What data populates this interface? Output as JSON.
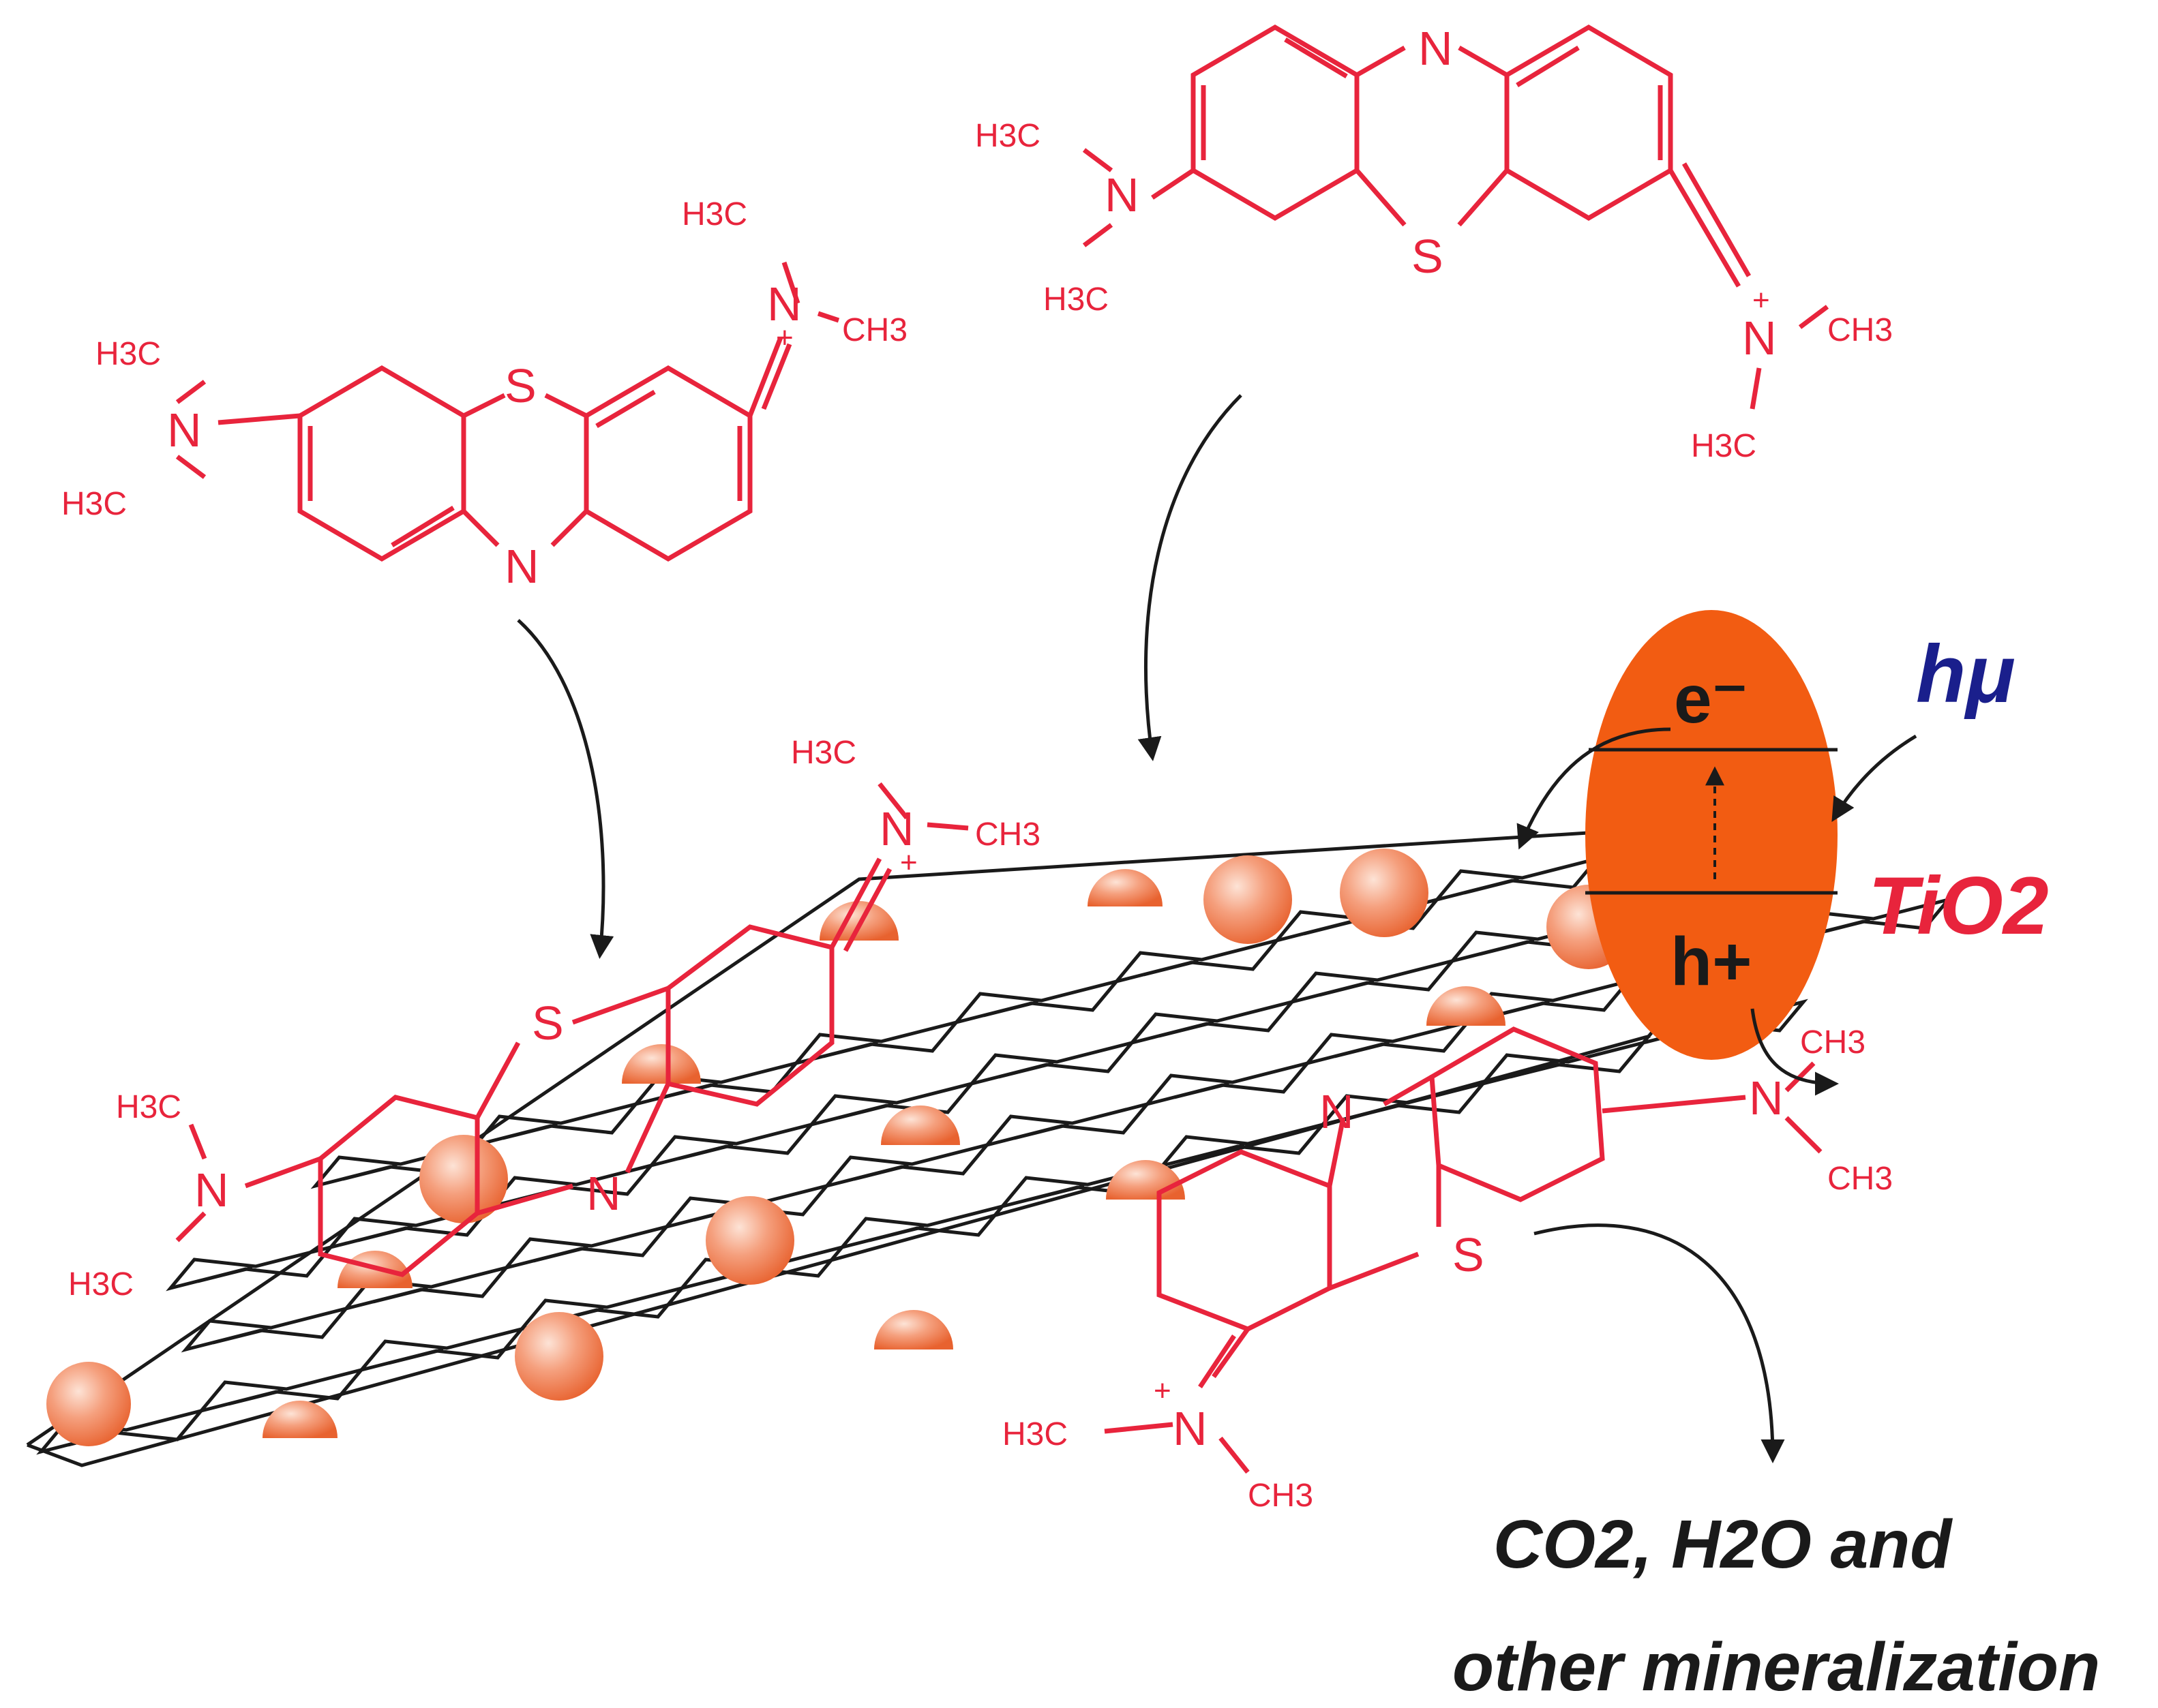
{
  "colors": {
    "molecule": "#e8243c",
    "graphene": "#1a1a1a",
    "tio2_particle": "#f2713f",
    "tio2_ellipse": "#f25c12",
    "light_label": "#1a1f8c",
    "tio2_label": "#e8243c"
  },
  "molecule_left": {
    "atoms": {
      "s": "S",
      "n_ring": "N",
      "n_amine": "N",
      "n_plus": "N",
      "plus": "+"
    },
    "groups": {
      "ch3_a": "H3C",
      "ch3_b": "H3C",
      "ch3_c": "H3C",
      "ch3_d": "CH3"
    }
  },
  "molecule_top": {
    "atoms": {
      "s": "S",
      "n_ring": "N",
      "n_amine": "N",
      "n_plus": "N",
      "plus": "+"
    },
    "groups": {
      "ch3_a": "H3C",
      "ch3_b": "H3C",
      "ch3_c": "CH3",
      "ch3_d": "H3C"
    }
  },
  "adsorbed_molecule_left": {
    "atoms": {
      "s": "S",
      "n_ring": "N",
      "n_amine": "N",
      "n_plus": "N",
      "plus": "+"
    },
    "groups": {
      "ch3_a": "H3C",
      "ch3_b": "CH3",
      "ch3_c": "H3C",
      "ch3_d": "H3C"
    }
  },
  "adsorbed_molecule_right": {
    "atoms": {
      "s": "S",
      "n_ring": "N",
      "n_amine": "N",
      "n_plus": "N",
      "plus": "+"
    },
    "groups": {
      "ch3_a": "CH3",
      "ch3_b": "CH3",
      "ch3_c": "H3C",
      "ch3_d": "CH3"
    }
  },
  "tio2": {
    "electron_label": "e⁻",
    "hole_label": "h+",
    "name": "TiO2",
    "light_label": "hμ"
  },
  "products": {
    "line1": "CO2, H2O and",
    "line2": "other mineralization"
  },
  "icons": {
    "arrow": "curved-arrow-icon"
  }
}
